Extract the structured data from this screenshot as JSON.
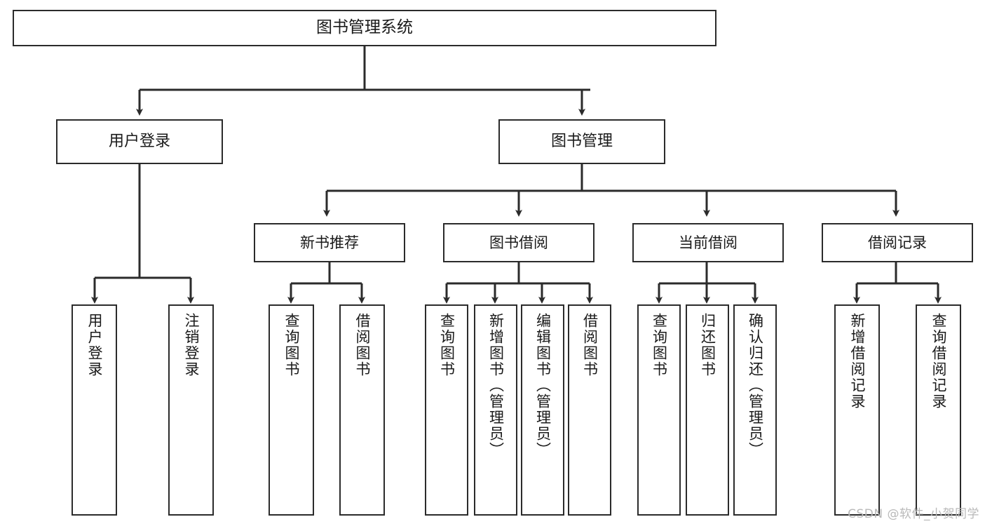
{
  "diagram": {
    "title": "图书管理系统",
    "type": "hierarchy-tree",
    "watermark": "CSDN @软件_小贺同学",
    "colors": {
      "background": "#ffffff",
      "box_border": "#2b2b2b",
      "box_fill": "#ffffff",
      "edge": "#2b2b2b",
      "text": "#1a1a1a",
      "watermark": "#b9b9b9"
    },
    "levels": {
      "root": "图书管理系统",
      "level1": [
        "用户登录",
        "图书管理"
      ],
      "level2": [
        "新书推荐",
        "图书借阅",
        "当前借阅",
        "借阅记录"
      ]
    },
    "nodes": {
      "root": {
        "label": "图书管理系统"
      },
      "l1": [
        {
          "label": "用户登录"
        },
        {
          "label": "图书管理"
        }
      ],
      "l2": [
        {
          "label": "新书推荐"
        },
        {
          "label": "图书借阅"
        },
        {
          "label": "当前借阅"
        },
        {
          "label": "借阅记录"
        }
      ],
      "leaves": [
        {
          "label": "用户登录",
          "parent": "用户登录"
        },
        {
          "label": "注销登录",
          "parent": "用户登录"
        },
        {
          "label": "查询图书",
          "parent": "新书推荐"
        },
        {
          "label": "借阅图书",
          "parent": "新书推荐"
        },
        {
          "label": "查询图书",
          "parent": "图书借阅"
        },
        {
          "label": "新增图书（管理员）",
          "parent": "图书借阅"
        },
        {
          "label": "编辑图书（管理员）",
          "parent": "图书借阅"
        },
        {
          "label": "借阅图书",
          "parent": "图书借阅"
        },
        {
          "label": "查询图书",
          "parent": "当前借阅"
        },
        {
          "label": "归还图书",
          "parent": "当前借阅"
        },
        {
          "label": "确认归还（管理员）",
          "parent": "当前借阅"
        },
        {
          "label": "新增借阅记录",
          "parent": "借阅记录"
        },
        {
          "label": "查询借阅记录",
          "parent": "借阅记录"
        }
      ]
    }
  }
}
